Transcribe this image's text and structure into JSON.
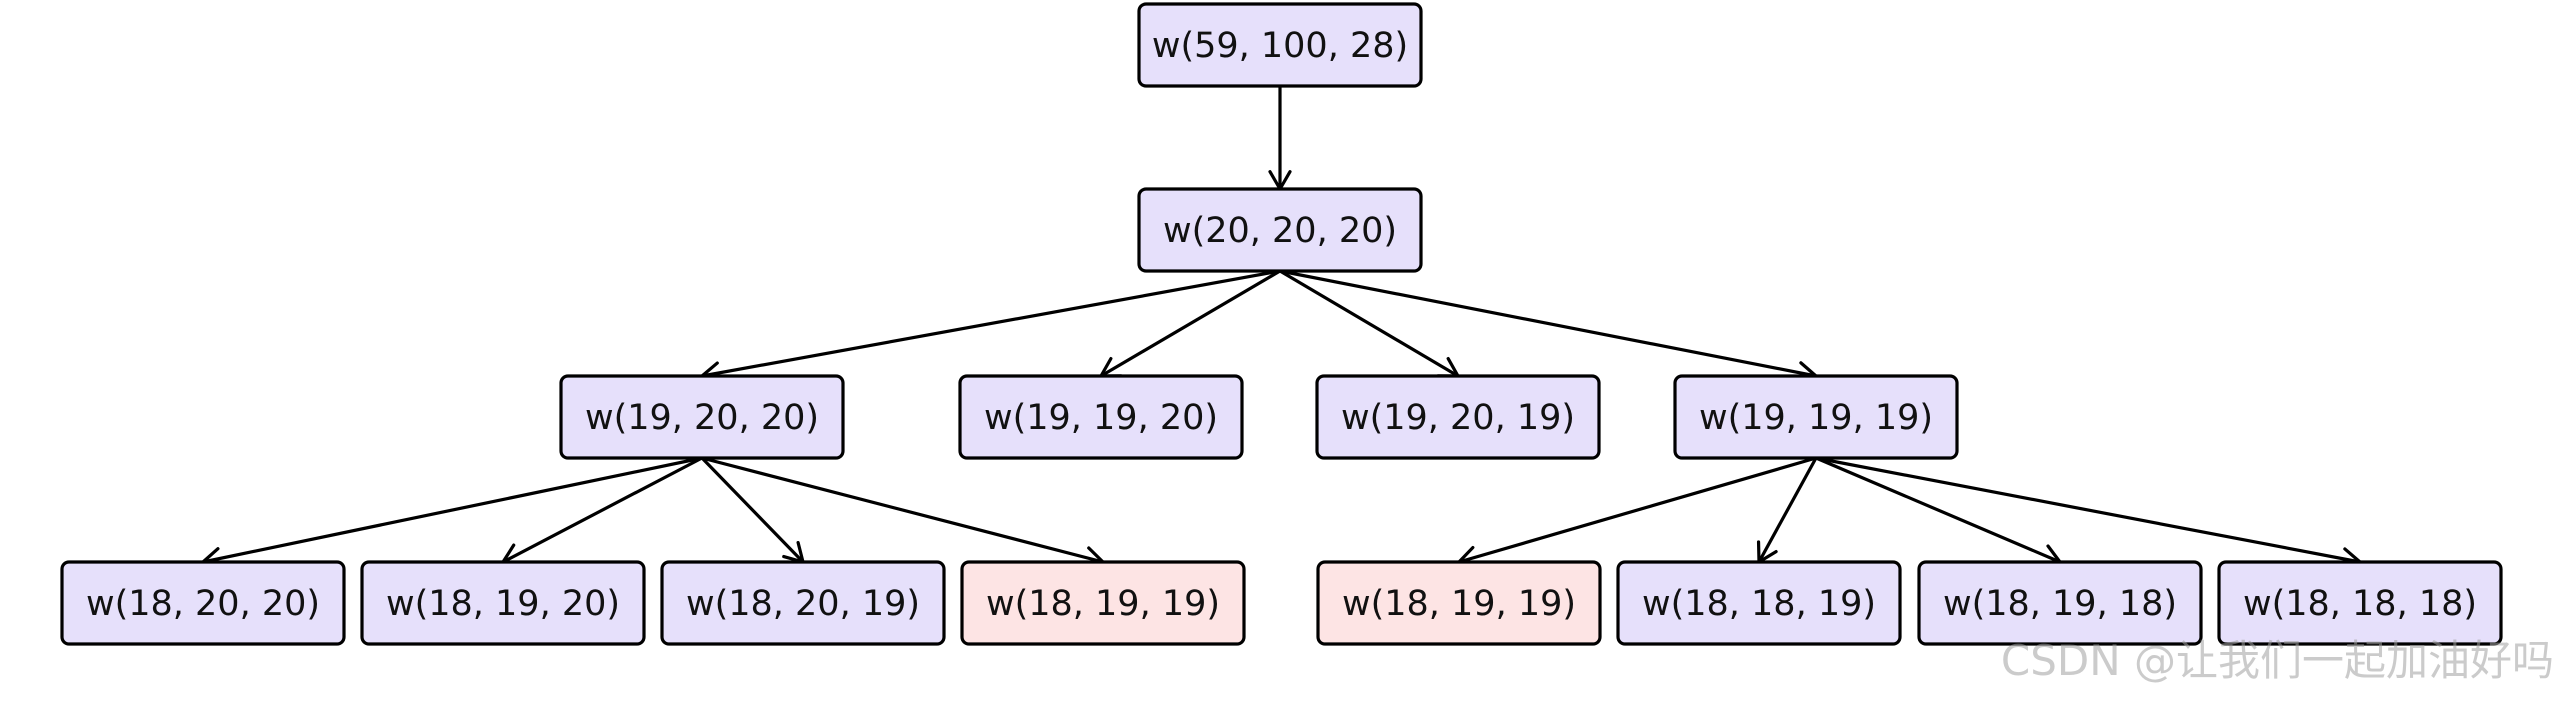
{
  "diagram": {
    "colors": {
      "normal_fill": "#e6e0fb",
      "repeat_fill": "#fde4e4",
      "stroke": "#000000"
    },
    "nodes": [
      {
        "id": "root",
        "label": "w(59, 100, 28)",
        "style": "normal"
      },
      {
        "id": "n1",
        "label": "w(20, 20, 20)",
        "style": "normal"
      },
      {
        "id": "n2a",
        "label": "w(19, 20, 20)",
        "style": "normal"
      },
      {
        "id": "n2b",
        "label": "w(19, 19, 20)",
        "style": "normal"
      },
      {
        "id": "n2c",
        "label": "w(19, 20, 19)",
        "style": "normal"
      },
      {
        "id": "n2d",
        "label": "w(19, 19, 19)",
        "style": "normal"
      },
      {
        "id": "n3a",
        "label": "w(18, 20, 20)",
        "style": "normal"
      },
      {
        "id": "n3b",
        "label": "w(18, 19, 20)",
        "style": "normal"
      },
      {
        "id": "n3c",
        "label": "w(18, 20, 19)",
        "style": "normal"
      },
      {
        "id": "n3d",
        "label": "w(18, 19, 19)",
        "style": "repeat"
      },
      {
        "id": "n3e",
        "label": "w(18, 19, 19)",
        "style": "repeat"
      },
      {
        "id": "n3f",
        "label": "w(18, 18, 19)",
        "style": "normal"
      },
      {
        "id": "n3g",
        "label": "w(18, 19, 18)",
        "style": "normal"
      },
      {
        "id": "n3h",
        "label": "w(18, 18, 18)",
        "style": "normal"
      }
    ],
    "edges": [
      [
        "root",
        "n1"
      ],
      [
        "n1",
        "n2a"
      ],
      [
        "n1",
        "n2b"
      ],
      [
        "n1",
        "n2c"
      ],
      [
        "n1",
        "n2d"
      ],
      [
        "n2a",
        "n3a"
      ],
      [
        "n2a",
        "n3b"
      ],
      [
        "n2a",
        "n3c"
      ],
      [
        "n2a",
        "n3d"
      ],
      [
        "n2d",
        "n3e"
      ],
      [
        "n2d",
        "n3f"
      ],
      [
        "n2d",
        "n3g"
      ],
      [
        "n2d",
        "n3h"
      ]
    ]
  },
  "watermark": "CSDN @让我们一起加油好吗"
}
